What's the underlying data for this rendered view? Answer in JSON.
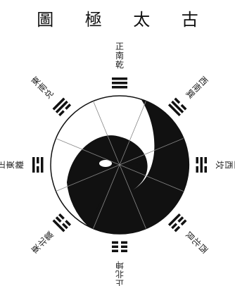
{
  "title": {
    "chars": [
      "古",
      "太",
      "極",
      "圖"
    ]
  },
  "colors": {
    "ink": "#111111",
    "paper": "#ffffff"
  },
  "trigrams": [
    {
      "key": "qian",
      "label": "正南乾",
      "lines": [
        1,
        1,
        1
      ]
    },
    {
      "key": "xun",
      "label": "西南巽",
      "lines": [
        1,
        1,
        0
      ]
    },
    {
      "key": "kan",
      "label": "正西坎",
      "lines": [
        0,
        1,
        0
      ]
    },
    {
      "key": "gen",
      "label": "西北艮",
      "lines": [
        1,
        0,
        0
      ]
    },
    {
      "key": "kun",
      "label": "正北坤",
      "lines": [
        0,
        0,
        0
      ]
    },
    {
      "key": "zhen",
      "label": "東北震",
      "lines": [
        0,
        0,
        1
      ]
    },
    {
      "key": "li",
      "label": "正東離",
      "lines": [
        1,
        0,
        1
      ]
    },
    {
      "key": "dui",
      "label": "東南兑",
      "lines": [
        0,
        1,
        1
      ]
    }
  ]
}
